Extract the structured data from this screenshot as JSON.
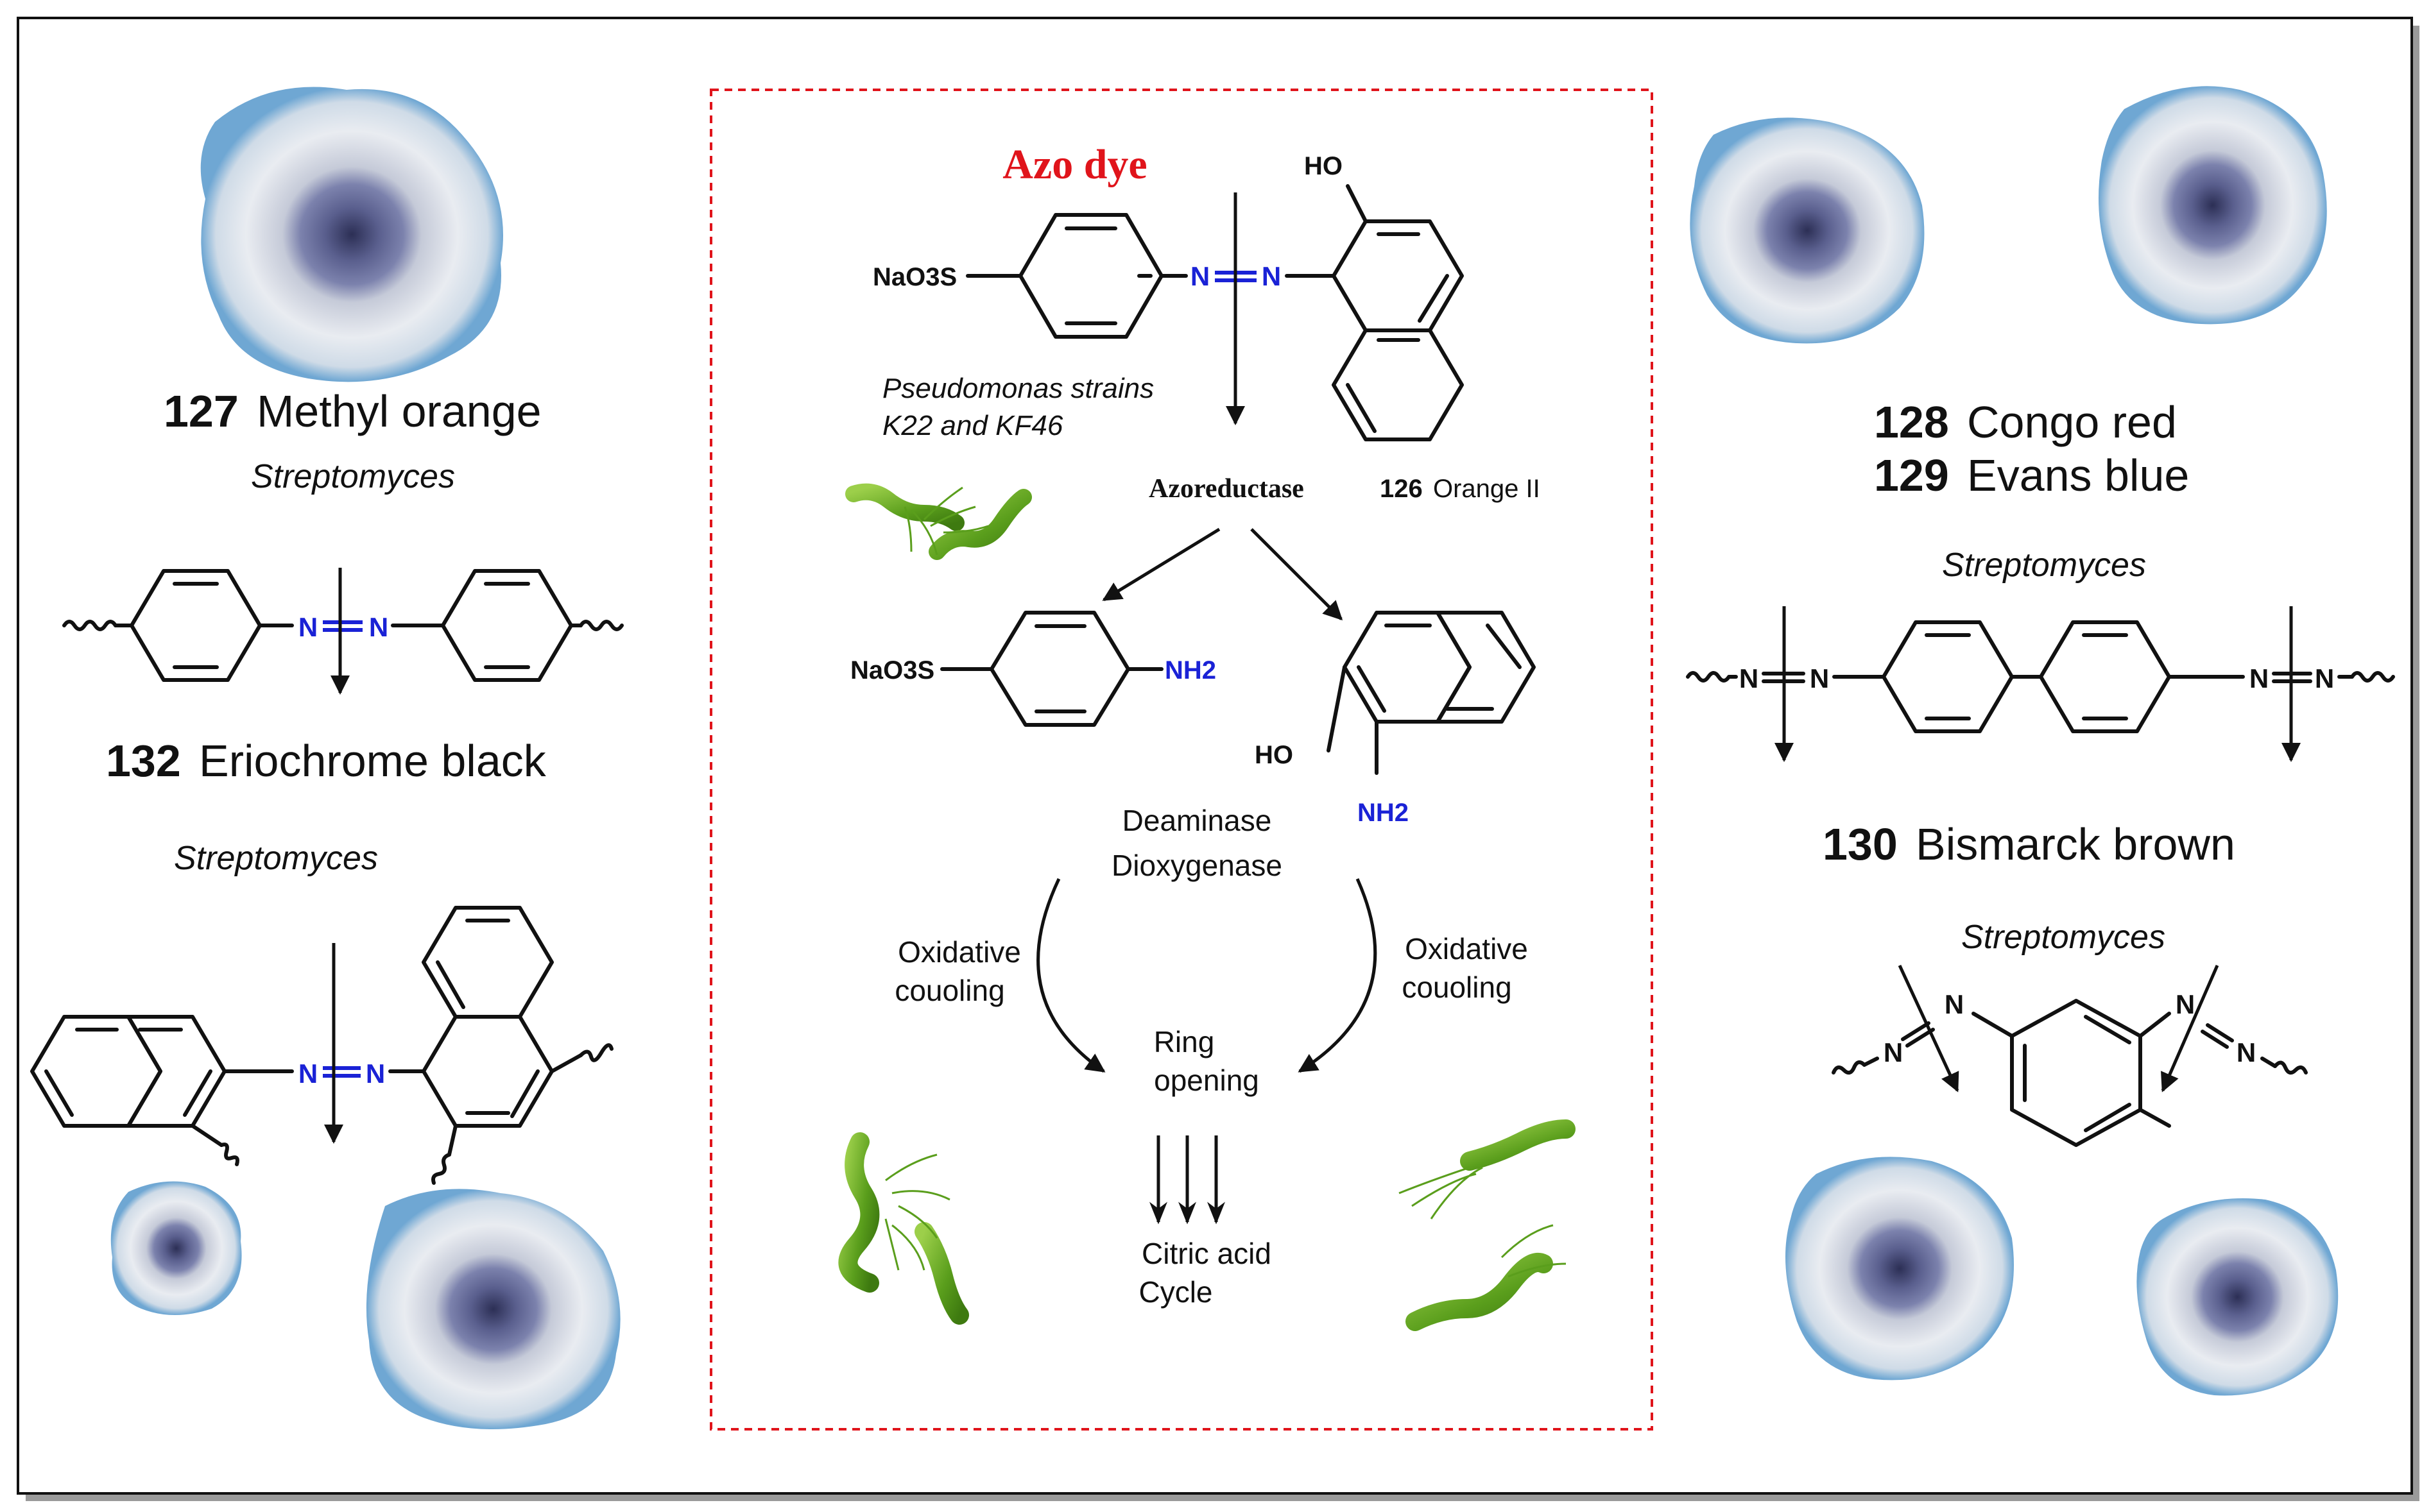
{
  "colors": {
    "frame": "#111111",
    "dashed_box": "#e0141b",
    "title_red": "#e0141b",
    "nitrogen_blue": "#1a22d6",
    "bacteria_green": "#5a9e1c",
    "colony_blue": "#6d7fae",
    "colony_edge": "#7fb3d6"
  },
  "center": {
    "title": "Azo dye",
    "na_sulfonate": "NaO3S",
    "n1": "N",
    "n2": "N",
    "ho": "HO",
    "organism_line1": "Pseudomonas strains",
    "organism_line2": "K22 and KF46",
    "enzyme": "Azoreductase",
    "compound_num": "126",
    "compound_name": "Orange II",
    "product1_sulfonate": "NaO3S",
    "product1_amine": "NH2",
    "product2_ho": "HO",
    "product2_amine": "NH2",
    "enzyme2_line1": "Deaminase",
    "enzyme2_line2": "Dioxygenase",
    "left_label_line1": "Oxidative",
    "left_label_line2": "couoling",
    "right_label_line1": "Oxidative",
    "right_label_line2": "couoling",
    "ring_line1": "Ring",
    "ring_line2": "opening",
    "cycle_line1": "Citric acid",
    "cycle_line2": "Cycle"
  },
  "left": {
    "dye1_num": "127",
    "dye1_name": "Methyl orange",
    "dye1_org": "Streptomyces",
    "n1": "N",
    "n2": "N",
    "dye2_num": "132",
    "dye2_name": "Eriochrome black",
    "dye2_org": "Streptomyces",
    "n3": "N",
    "n4": "N"
  },
  "right": {
    "dye1_num": "128",
    "dye1_name": "Congo red",
    "dye2_num": "129",
    "dye2_name": "Evans blue",
    "dye12_org": "Streptomyces",
    "n1": "N",
    "n2": "N",
    "n3": "N",
    "n4": "N",
    "dye3_num": "130",
    "dye3_name": "Bismarck brown",
    "dye3_org": "Streptomyces",
    "n5": "N",
    "n6": "N",
    "n7": "N",
    "n8": "N"
  }
}
